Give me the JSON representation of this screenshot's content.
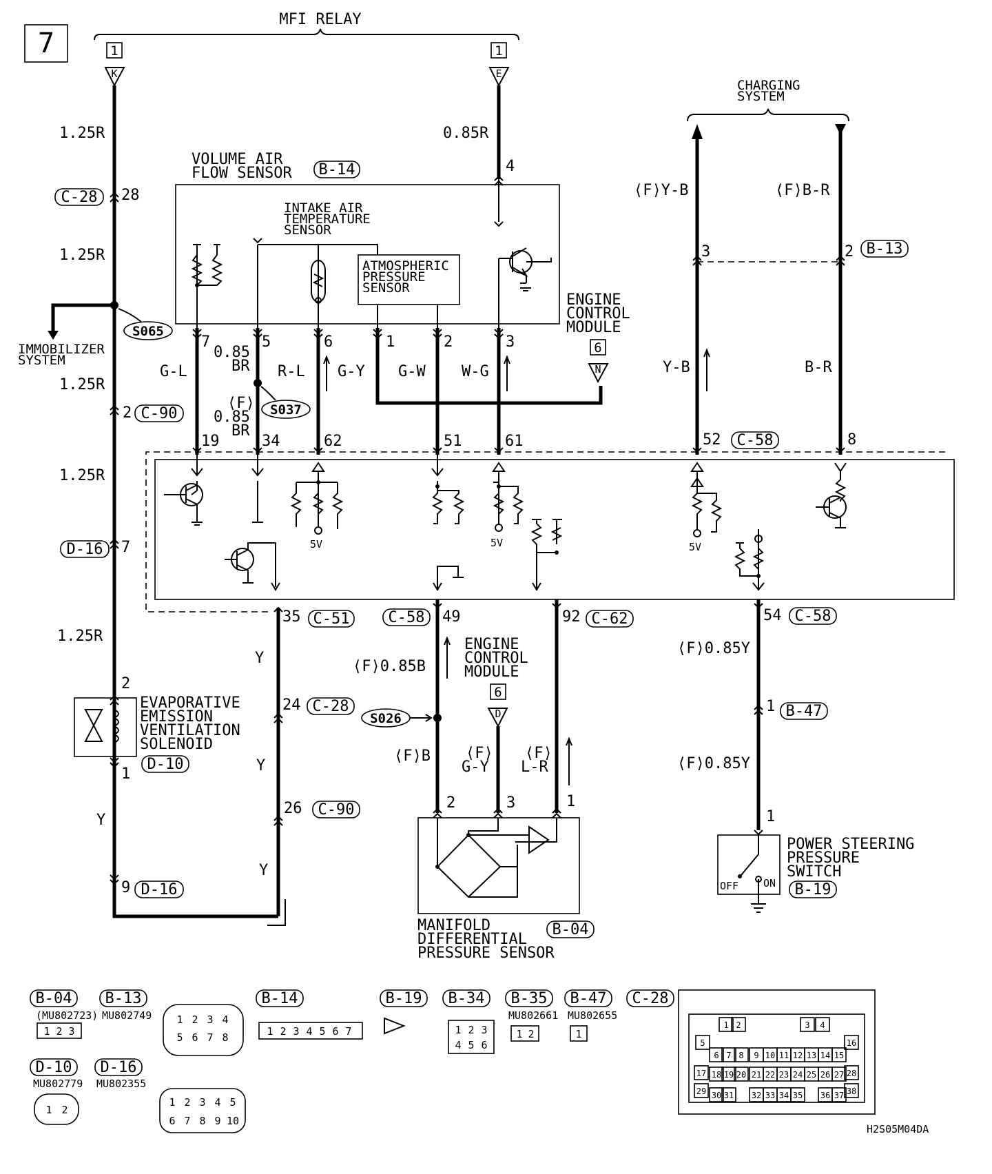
{
  "page_number": "7",
  "relay_title": "MFI RELAY",
  "relay_pins": [
    "1",
    "1"
  ],
  "relay_letters": [
    "K",
    "E"
  ],
  "ecm_pin_box": "6",
  "ecm_letters": [
    "N",
    "D"
  ],
  "charging_title_1": "CHARGING",
  "charging_title_2": "SYSTEM",
  "immobilizer_1": "IMMOBILIZER",
  "immobilizer_2": "SYSTEM",
  "components": {
    "vas_1": "VOLUME AIR",
    "vas_2": "FLOW SENSOR",
    "iat_1": "INTAKE AIR",
    "iat_2": "TEMPERATURE",
    "iat_3": "SENSOR",
    "aps_1": "ATMOSPHERIC",
    "aps_2": "PRESSURE",
    "aps_3": "SENSOR",
    "ecm_1": "ENGINE",
    "ecm_2": "CONTROL",
    "ecm_3": "MODULE",
    "evap_1": "EVAPORATIVE",
    "evap_2": "EMISSION",
    "evap_3": "VENTILATION",
    "evap_4": "SOLENOID",
    "mdp_1": "MANIFOLD",
    "mdp_2": "DIFFERENTIAL",
    "mdp_3": "PRESSURE SENSOR",
    "ps_1": "POWER STEERING",
    "ps_2": "PRESSURE",
    "ps_3": "SWITCH",
    "off": "OFF",
    "on": "ON",
    "five_v": "5V"
  },
  "connectors": {
    "b14": "B-14",
    "c28": "C-28",
    "c90": "C-90",
    "d16": "D-16",
    "d10": "D-10",
    "b13": "B-13",
    "c58": "C-58",
    "c51": "C-51",
    "c62": "C-62",
    "b47": "B-47",
    "b19": "B-19",
    "b04": "B-04"
  },
  "splices": [
    "S065",
    "S037",
    "S026"
  ],
  "wire_labels": {
    "k_gauge": "1.25R",
    "e_gauge": "0.85R",
    "gl": "G-L",
    "br_1": "0.85",
    "br_1b": "BR",
    "f1": "⟨F⟩",
    "br_2": "0.85",
    "br_2b": "BR",
    "rl": "R-L",
    "gy": "G-Y",
    "gw": "G-W",
    "wg": "W-G",
    "fyb": "⟨F⟩Y-B",
    "fbr": "⟨F⟩B-R",
    "yb": "Y-B",
    "br": "B-R",
    "y": "Y",
    "f085b": "⟨F⟩0.85B",
    "fb": "⟨F⟩B",
    "fgy_1": "⟨F⟩",
    "fgy_2": "G-Y",
    "flr_1": "⟨F⟩",
    "flr_2": "L-R",
    "f085y": "⟨F⟩0.85Y"
  },
  "pins": {
    "p28": "28",
    "p4": "4",
    "p7": "7",
    "p5": "5",
    "p6": "6",
    "p1": "1",
    "p2": "2",
    "p3": "3",
    "p19": "19",
    "p34": "34",
    "p62": "62",
    "p51": "51",
    "p61": "61",
    "p52": "52",
    "p8": "8",
    "p35": "35",
    "p49": "49",
    "p92": "92",
    "p54": "54",
    "p24": "24",
    "p26": "26",
    "p9": "9"
  },
  "legend": {
    "b04": "B-04",
    "b04_pn": "(MU802723)",
    "b13": "B-13",
    "b13_pn": "MU802749",
    "b14": "B-14",
    "b19": "B-19",
    "b34": "B-34",
    "b35": "B-35",
    "b35_pn": "MU802661",
    "b47": "B-47",
    "b47_pn": "MU802655",
    "c28": "C-28",
    "d10": "D-10",
    "d10_pn": "MU802779",
    "d16": "D-16",
    "d16_pn": "MU802355",
    "b04_pins": [
      "1",
      "2",
      "3"
    ],
    "b13_pins": [
      "1",
      "2",
      "3",
      "4",
      "5",
      "6",
      "7",
      "8"
    ],
    "b14_pins": [
      "1",
      "2",
      "3",
      "4",
      "5",
      "6",
      "7"
    ],
    "b34_pins": [
      "1",
      "2",
      "3",
      "4",
      "5",
      "6"
    ],
    "b35_pins": [
      "1",
      "2"
    ],
    "b47_pins": [
      "1"
    ],
    "d10_pins": [
      "1",
      "2"
    ],
    "d16_pins": [
      "1",
      "2",
      "3",
      "4",
      "5",
      "6",
      "7",
      "8",
      "9",
      "10"
    ],
    "c28_pins": [
      "1",
      "2",
      "3",
      "4",
      "5",
      "6",
      "7",
      "8",
      "9",
      "10",
      "11",
      "12",
      "13",
      "14",
      "15",
      "16",
      "17",
      "18",
      "19",
      "20",
      "21",
      "22",
      "23",
      "24",
      "25",
      "26",
      "27",
      "28",
      "29",
      "30",
      "31",
      "32",
      "33",
      "34",
      "35",
      "36",
      "37",
      "38"
    ]
  },
  "figure_code": "H2S05M04DA"
}
